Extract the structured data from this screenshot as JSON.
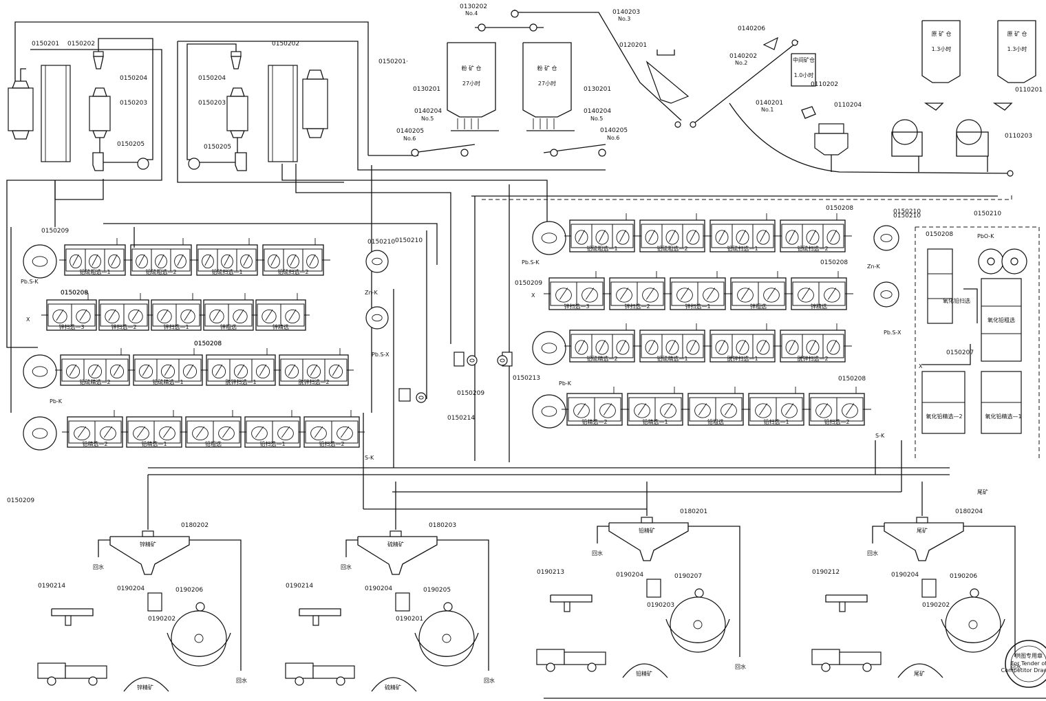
{
  "top": {
    "feeders": [
      {
        "code": "0130202",
        "tag": "No.4"
      },
      {
        "code": "0140203",
        "tag": "No.3"
      },
      {
        "code": "0140206"
      },
      {
        "code": "0140202",
        "tag": "No.2"
      },
      {
        "code": "0140201",
        "tag": "No.1"
      },
      {
        "code": "0120201"
      },
      {
        "code": "0110202"
      },
      {
        "code": "0110204"
      },
      {
        "code": "0110201"
      },
      {
        "code": "0110203"
      }
    ],
    "bins": [
      {
        "label": "粉 矿 仓",
        "cap": "27小时"
      },
      {
        "label": "粉 矿 仓",
        "cap": "27小时"
      },
      {
        "label": "中间矿仓",
        "cap": "1.0小时"
      },
      {
        "label": "原 矿 仓",
        "cap": "1.3小时"
      },
      {
        "label": "原 矿 仓",
        "cap": "1.3小时"
      }
    ],
    "bin_codes": [
      "0130201",
      "0130201"
    ],
    "conveyors": [
      {
        "code": "0140204",
        "tag": "No.5"
      },
      {
        "code": "0140205",
        "tag": "No.6"
      },
      {
        "code": "0140204",
        "tag": "No.5"
      },
      {
        "code": "0140205",
        "tag": "No.6"
      }
    ],
    "mill_codes": [
      "0150201",
      "0150202",
      "0150204",
      "0150203",
      "0150205",
      "0150204",
      "0150203",
      "0150205",
      "0150202",
      "0150201·"
    ]
  },
  "left": {
    "codes": [
      "0150209",
      "0150210",
      "0150208",
      "0150208",
      "0150214",
      "0150209"
    ],
    "rows": [
      {
        "start": "Pb.S-K",
        "labels": [
          "铅硫粗选—1",
          "铅硫粗选—2",
          "铅硫扫选—1",
          "铅硫扫选—2"
        ]
      },
      {
        "start": "Zn-K",
        "end": "X",
        "labels": [
          "锌扫选—3",
          "锌扫选—2",
          "锌扫选—1",
          "锌粗选",
          "锌精选"
        ]
      },
      {
        "start": "Pb.S-X",
        "labels": [
          "铅硫精选—2",
          "铅硫精选—1",
          "脱锌扫选—1",
          "脱锌扫选—2"
        ]
      },
      {
        "start": "Pb-K",
        "end": "S-K",
        "labels": [
          "铅精选—2",
          "铅精选—1",
          "铅粗选",
          "铅扫选—1",
          "铅扫选—2"
        ]
      }
    ]
  },
  "middle": {
    "codes": [
      "0150208",
      "0150210",
      "0150209",
      "0150208",
      "0150213",
      "0150208",
      "0150209"
    ],
    "rows": [
      {
        "start": "Pb.S-K",
        "labels": [
          "铅硫粗选—1",
          "铅硫粗选—2",
          "铅硫扫选—1",
          "铅硫扫选—2"
        ]
      },
      {
        "start": "Zn-K",
        "end": "X",
        "labels": [
          "锌扫选—3",
          "锌扫选—2",
          "锌扫选—1",
          "锌粗选",
          "锌精选"
        ]
      },
      {
        "start": "Pb.S-X",
        "labels": [
          "铅硫精选—2",
          "铅硫精选—1",
          "脱锌扫选—1",
          "脱锌扫选—2"
        ]
      },
      {
        "start": "Pb-K",
        "end": "S-K",
        "labels": [
          "铅精选—2",
          "铅精选—1",
          "铅粗选",
          "铅扫选—1",
          "铅扫选—2"
        ]
      }
    ]
  },
  "right": {
    "codes": [
      "0150208",
      "0150210",
      "0150210",
      "0150207"
    ],
    "labels": [
      "PbO-K",
      "X",
      "氧化铅粗选",
      "氧化铅扫选",
      "氧化铅精选—1",
      "氧化铅精选—2"
    ]
  },
  "bottom": {
    "tailing": "尾矿",
    "units": [
      {
        "thickener": "0180202",
        "product": "锌精矿",
        "water": "回水",
        "code_a": "0190214",
        "code_b": "0190204",
        "code_c": "0190206",
        "code_d": "0190202",
        "pile": "锌精矿"
      },
      {
        "thickener": "0180203",
        "product": "硫精矿",
        "water": "回水",
        "code_a": "0190214",
        "code_b": "0190204",
        "code_c": "0190205",
        "code_d": "0190201",
        "pile": "硫精矿"
      },
      {
        "thickener": "0180201",
        "product": "铅精矿",
        "water": "回水",
        "code_a": "0190213",
        "code_b": "0190204",
        "code_c": "0190207",
        "code_d": "0190203",
        "pile": "铅精矿"
      },
      {
        "thickener": "0180204",
        "product": "尾矿",
        "water": "回水",
        "code_a": "0190212",
        "code_b": "0190204",
        "code_c": "0190206",
        "code_d": "0190202",
        "pile": "尾矿"
      }
    ]
  },
  "stamp": {
    "line1": "供图专用章",
    "line2": "For Tender of",
    "line3": "Competitor Drawing"
  }
}
